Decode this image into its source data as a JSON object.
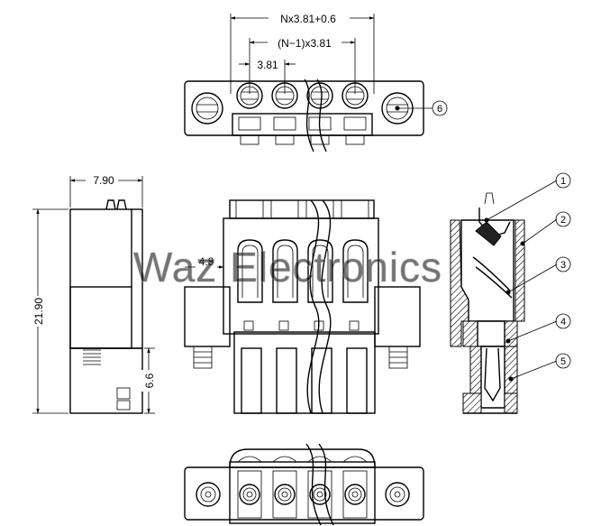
{
  "dimensions": {
    "overall_width": "Nx3.81+0.6",
    "span": "(N−1)x3.81",
    "pitch": "3.81",
    "depth": "7.90",
    "flange": "4.8",
    "height": "21.90",
    "lower": "6.6"
  },
  "callouts": [
    "1",
    "2",
    "3",
    "4",
    "5",
    "6"
  ],
  "watermark": "Waz Electronics"
}
